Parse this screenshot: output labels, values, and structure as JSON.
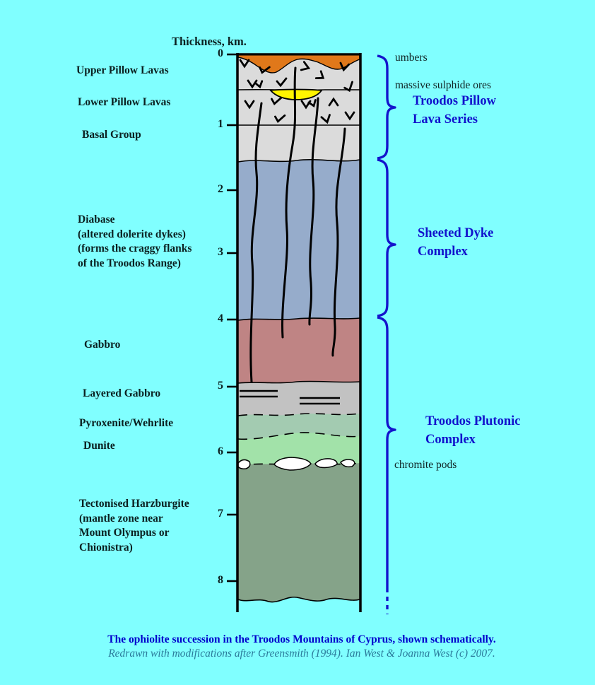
{
  "scale": {
    "heading": "Thickness, km.",
    "ticks": [
      "0",
      "1",
      "2",
      "3",
      "4",
      "5",
      "6",
      "7",
      "8"
    ]
  },
  "left_labels": {
    "upper_pillow_lavas": "Upper Pillow Lavas",
    "lower_pillow_lavas": "Lower Pillow Lavas",
    "basal_group": "Basal Group",
    "diabase": [
      "Diabase",
      "(altered dolerite dykes)",
      "(forms the craggy flanks",
      "of the Troodos Range)"
    ],
    "gabbro": "Gabbro",
    "layered_gabbro": "Layered Gabbro",
    "pyroxenite_wehrlite": "Pyroxenite/Wehrlite",
    "dunite": "Dunite",
    "harzburgite": [
      "Tectonised Harzburgite",
      "(mantle zone near",
      "Mount Olympus or",
      "Chionistra)"
    ]
  },
  "right_labels": {
    "umbers": "umbers",
    "massive_sulphide_ores": "massive sulphide ores",
    "pillow_lava_series": [
      "Troodos Pillow",
      "Lava Series"
    ],
    "sheeted_dyke_complex": [
      "Sheeted Dyke",
      "Complex"
    ],
    "plutonic_complex": [
      "Troodos Plutonic",
      "Complex"
    ],
    "chromite_pods": "chromite pods"
  },
  "caption": {
    "title": "The ophiolite succession in the Troodos Mountains of Cyprus, shown schematically.",
    "credit": "Redrawn with modifications after Greensmith (1994). Ian West & Joanna West (c) 2007."
  },
  "colors": {
    "background": "#80FFFF",
    "umbers_orange": "#E0781A",
    "pillow_lava_grey": "#DBDBDB",
    "sulphide_yellow": "#FFF500",
    "sheeted_dyke_blue_grey": "#96ACCB",
    "gabbro_pink_brown": "#BF8484",
    "layered_gabbro_grey": "#C2C2C2",
    "pyroxenite_green": "#A3CBB1",
    "dunite_light_green": "#A2E2A9",
    "harzburgite_grey_green": "#85A389",
    "chromite_white": "#FFFFFF",
    "outline_black": "#000000",
    "brace_blue": "#1414CC",
    "heading_blue": "#1111CC",
    "caption_blue": "#0000CC",
    "caption_teal": "#2B7B9B"
  },
  "layers": [
    {
      "label": "Umbers",
      "top_km": 0.0,
      "base_km": 0.2
    },
    {
      "label": "Upper Pillow Lavas",
      "top_km": 0.2,
      "base_km": 0.55
    },
    {
      "label": "Lower Pillow Lavas",
      "top_km": 0.55,
      "base_km": 1.1
    },
    {
      "label": "Basal Group",
      "top_km": 1.1,
      "base_km": 1.6
    },
    {
      "label": "Diabase / Sheeted Dyke Complex",
      "top_km": 1.6,
      "base_km": 4.0
    },
    {
      "label": "Gabbro",
      "top_km": 4.0,
      "base_km": 5.0
    },
    {
      "label": "Layered Gabbro",
      "top_km": 5.0,
      "base_km": 5.5
    },
    {
      "label": "Pyroxenite/Wehrlite",
      "top_km": 5.5,
      "base_km": 5.8
    },
    {
      "label": "Dunite",
      "top_km": 5.8,
      "base_km": 6.2
    },
    {
      "label": "Tectonised Harzburgite",
      "top_km": 6.2,
      "base_km": 8.3
    }
  ]
}
